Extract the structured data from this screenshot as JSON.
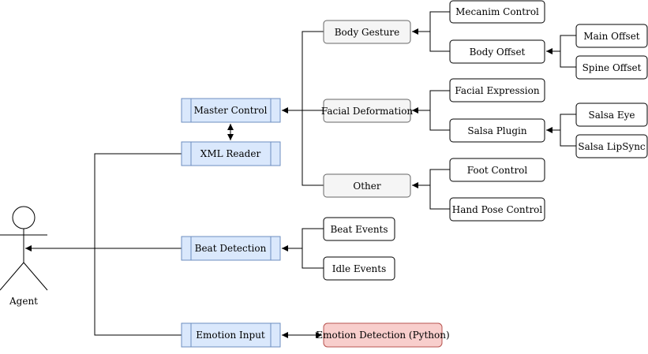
{
  "colors": {
    "module_fill": "#dae8fc",
    "module_stroke": "#6c8ebf",
    "category_fill": "#f5f5f5",
    "category_stroke": "#666666",
    "leaf_fill": "#ffffff",
    "leaf_stroke": "#000000",
    "python_fill": "#f8cecc",
    "python_stroke": "#b85450",
    "edge": "#000000"
  },
  "actor": {
    "label": "Agent"
  },
  "modules": {
    "master_control": "Master Control",
    "xml_reader": "XML Reader",
    "beat_detection": "Beat Detection",
    "emotion_input": "Emotion Input"
  },
  "categories": {
    "body_gesture": "Body Gesture",
    "facial_deformation": "Facial Deformation",
    "other": "Other"
  },
  "leaves": {
    "mecanim_control": "Mecanim Control",
    "body_offset": "Body Offset",
    "main_offset": "Main Offset",
    "spine_offset": "Spine Offset",
    "facial_expression": "Facial Expression",
    "salsa_plugin": "Salsa Plugin",
    "salsa_eye": "Salsa Eye",
    "salsa_lipsync": "Salsa LipSync",
    "foot_control": "Foot Control",
    "hand_pose_control": "Hand Pose Control",
    "beat_events": "Beat Events",
    "idle_events": "Idle Events"
  },
  "external": {
    "emotion_detection": "Emotion Detection (Python)"
  }
}
